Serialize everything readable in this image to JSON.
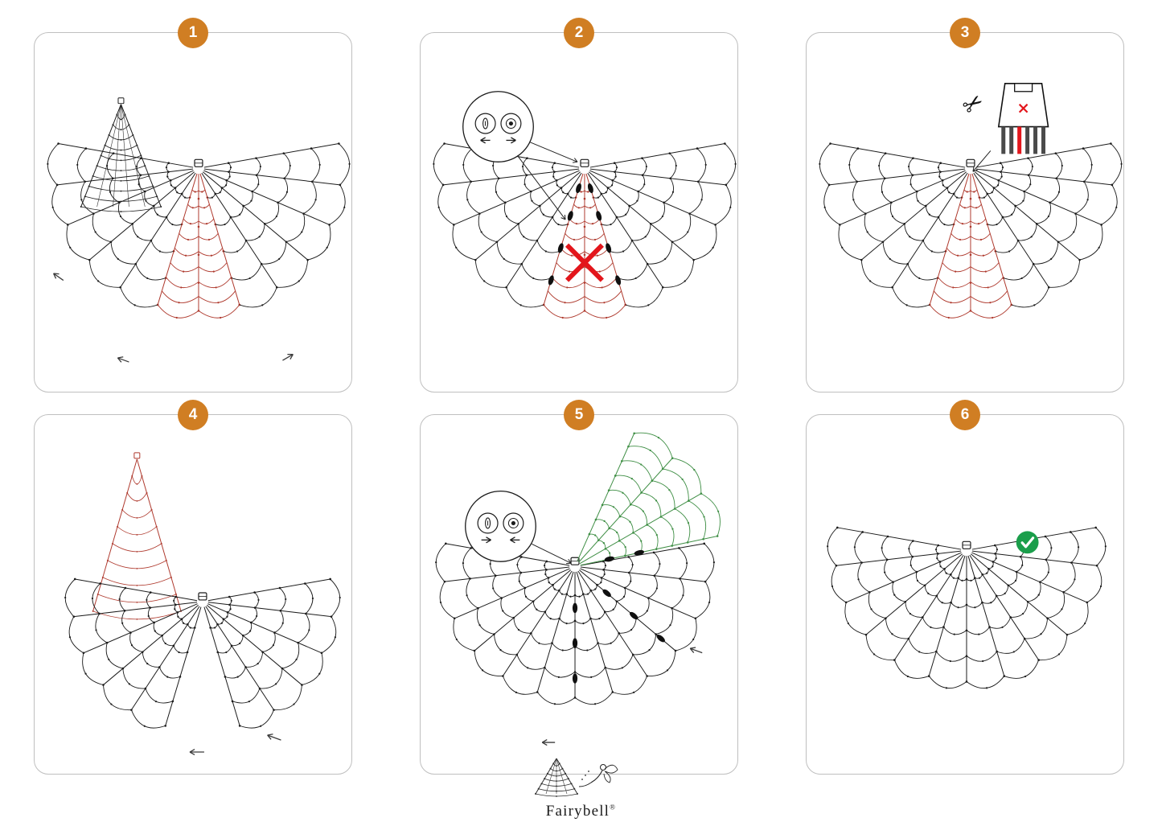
{
  "steps": [
    {
      "number": "1"
    },
    {
      "number": "2"
    },
    {
      "number": "3"
    },
    {
      "number": "4"
    },
    {
      "number": "5"
    },
    {
      "number": "6"
    }
  ],
  "brand": {
    "name": "Fairybell",
    "registered": "®"
  },
  "icons": {
    "scissors": "✂",
    "check": "✓",
    "cross": "✕"
  },
  "colors": {
    "badge_orange": "#D07E23",
    "line_black": "#1B1B1B",
    "accent_red": "#AF3A2E",
    "bright_red": "#E3161C",
    "green": "#3E8E44",
    "check_green": "#1B9E4B",
    "panel_border": "#BFBFBF",
    "background": "#FFFFFF"
  }
}
